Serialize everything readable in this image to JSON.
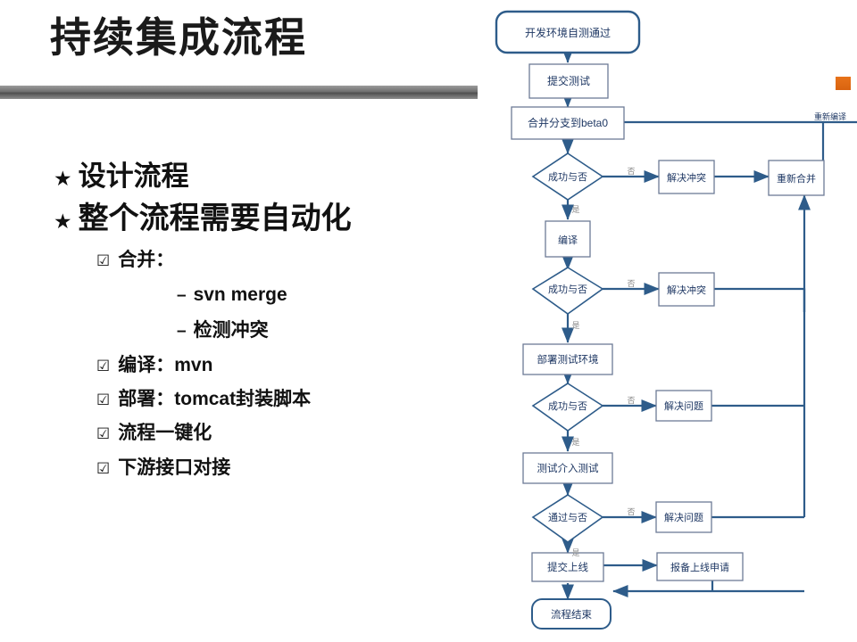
{
  "slide": {
    "title": "持续集成流程",
    "accent_color": "#e8731a",
    "rule_color": "#6f6f6f"
  },
  "bullets": [
    {
      "level": 1,
      "mark": "★",
      "text": "设计流程"
    },
    {
      "level": 1,
      "mark": "★",
      "text": "整个流程需要自动化"
    },
    {
      "level": 2,
      "mark": "☑",
      "text": "合并："
    },
    {
      "level": 3,
      "mark": "–",
      "text": "svn merge"
    },
    {
      "level": 3,
      "mark": "–",
      "text": "检测冲突"
    },
    {
      "level": 2,
      "mark": "☑",
      "text": "编译：mvn"
    },
    {
      "level": 2,
      "mark": "☑",
      "text": "部署：tomcat封装脚本"
    },
    {
      "level": 2,
      "mark": "☑",
      "text": "流程一键化"
    },
    {
      "level": 2,
      "mark": "☑",
      "text": "下游接口对接"
    }
  ],
  "flowchart": {
    "stroke_color": "#2e5c8a",
    "text_color": "#1f3864",
    "nodes": {
      "start": {
        "label": "开发环境自测通过",
        "shape": "rounded"
      },
      "submit": {
        "label": "提交测试",
        "shape": "rect"
      },
      "merge": {
        "label": "合并分支到beta0",
        "shape": "rect"
      },
      "merge_ok": {
        "label": "成功与否",
        "shape": "diamond"
      },
      "fix_conflict1": {
        "label": "解决冲突",
        "shape": "rect"
      },
      "remerge": {
        "label": "重新合并",
        "shape": "rect"
      },
      "compile": {
        "label": "编译",
        "shape": "rect"
      },
      "compile_ok": {
        "label": "成功与否",
        "shape": "diamond"
      },
      "fix_conflict2": {
        "label": "解决冲突",
        "shape": "rect"
      },
      "deploy": {
        "label": "部署测试环境",
        "shape": "rect"
      },
      "deploy_ok": {
        "label": "成功与否",
        "shape": "diamond"
      },
      "fix_issue1": {
        "label": "解决问题",
        "shape": "rect"
      },
      "qa_test": {
        "label": "测试介入测试",
        "shape": "rect"
      },
      "qa_pass": {
        "label": "通过与否",
        "shape": "diamond"
      },
      "fix_issue2": {
        "label": "解决问题",
        "shape": "rect"
      },
      "go_live": {
        "label": "提交上线",
        "shape": "rect"
      },
      "file_request": {
        "label": "报备上线申请",
        "shape": "rect"
      },
      "end": {
        "label": "流程结束",
        "shape": "rounded"
      }
    },
    "edge_labels": {
      "merge_no": "否",
      "merge_yes": "是",
      "compile_no": "否",
      "compile_yes": "是",
      "deploy_no": "否",
      "deploy_yes": "是",
      "qa_no": "否",
      "qa_yes": "是",
      "recompile": "重新编译"
    }
  }
}
